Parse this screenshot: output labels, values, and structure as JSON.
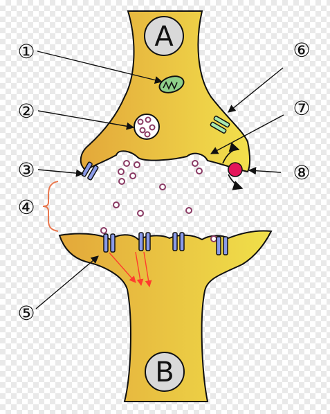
{
  "neurons": {
    "presynaptic": {
      "letter": "A"
    },
    "postsynaptic": {
      "letter": "B"
    }
  },
  "callouts": [
    {
      "id": "1",
      "label": "①"
    },
    {
      "id": "2",
      "label": "②"
    },
    {
      "id": "3",
      "label": "③"
    },
    {
      "id": "4",
      "label": "④"
    },
    {
      "id": "5",
      "label": "⑤"
    },
    {
      "id": "6",
      "label": "⑥"
    },
    {
      "id": "7",
      "label": "⑦"
    },
    {
      "id": "8",
      "label": "⑧"
    }
  ],
  "colors": {
    "neuron_fill_light": "#f2d94a",
    "neuron_fill_dark": "#e3a83a",
    "mitochondrion": "#8fd08a",
    "vesicle_ring": "#8a3a64",
    "channel_blue": "#8a9ae8",
    "receptor_green": "#a8e8b0",
    "enzyme_red": "#e3155a",
    "arrow_red": "#ff3c2e",
    "bracket_orange": "#e8774e"
  }
}
